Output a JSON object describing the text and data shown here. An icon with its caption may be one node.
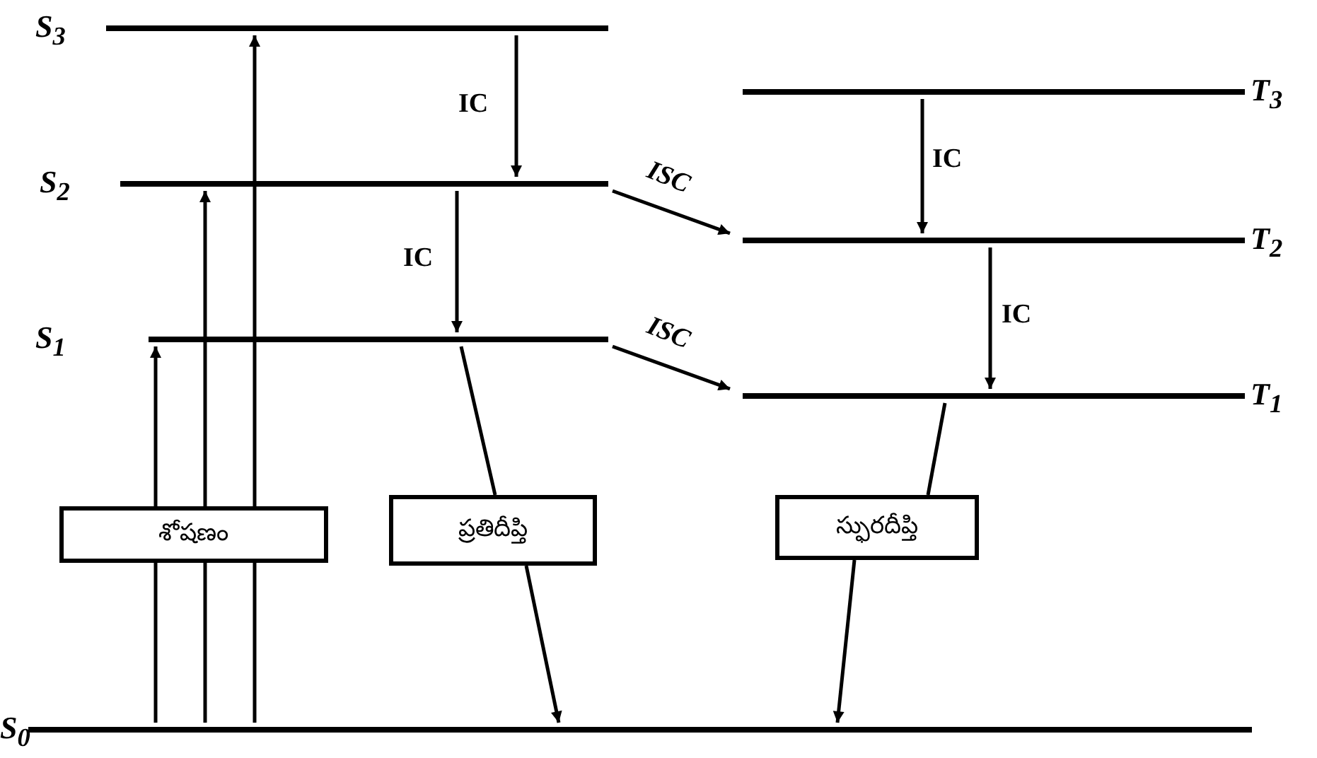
{
  "diagram": {
    "nodes": [
      {
        "text": [
          "S$_{3}$"
        ]
      },
      {
        "text": [
          "T$_{3}$"
        ]
      },
      {
        "text": [
          "S$_{2}$"
        ]
      },
      {
        "text": [
          "T$_{2}$"
        ]
      },
      {
        "text": [
          "S$_{1}$"
        ]
      },
      {
        "text": [
          "T$_{1}$"
        ]
      },
      {
        "text": [
          "శోషణం"
        ]
      },
      {
        "text": [
          "ప్రతిదీప్తి"
        ]
      },
      {
        "text": [
          "స్ఫురదీప్తి"
        ]
      },
      {
        "text": [
          "S$_{0}$"
        ]
      }
    ],
    "edges": [
      {
        "from": 9,
        "to": 6,
        "arrow": "none"
      },
      {
        "from": 9,
        "to": 6,
        "arrow": "none"
      },
      {
        "from": 9,
        "to": 6,
        "arrow": "none"
      },
      {
        "from": 6,
        "to": 4,
        "arrow": "to"
      },
      {
        "from": 6,
        "to": 2,
        "arrow": "to"
      },
      {
        "from": 6,
        "to": 0,
        "arrow": "to"
      },
      {
        "from": 0,
        "to": 2,
        "arrow": "to",
        "label": "IC"
      },
      {
        "from": 2,
        "to": 4,
        "arrow": "to",
        "label": "IC"
      },
      {
        "from": 2,
        "to": 3,
        "arrow": "to",
        "label": "ISC"
      },
      {
        "from": 4,
        "to": 5,
        "arrow": "to",
        "label": "ISC"
      },
      {
        "from": 1,
        "to": 3,
        "arrow": "to",
        "label": "IC"
      },
      {
        "from": 3,
        "to": 5,
        "arrow": "to",
        "label": "IC"
      },
      {
        "from": 4,
        "to": 7,
        "arrow": "none"
      },
      {
        "from": 7,
        "to": 9,
        "arrow": "to"
      },
      {
        "from": 5,
        "to": 8,
        "arrow": "none"
      },
      {
        "from": 8,
        "to": 9,
        "arrow": "to"
      }
    ]
  }
}
